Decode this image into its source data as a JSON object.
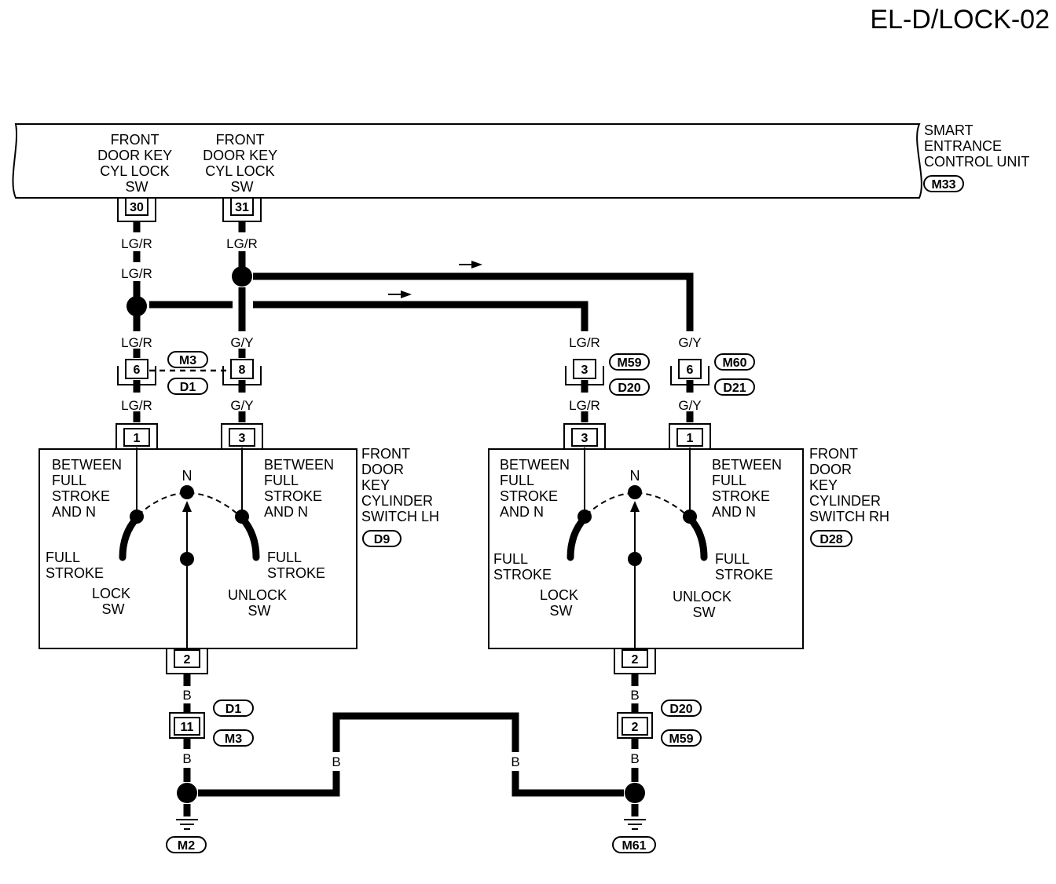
{
  "page_code": "EL-D/LOCK-02",
  "control_unit": {
    "name_lines": [
      "SMART",
      "ENTRANCE",
      "CONTROL UNIT"
    ],
    "connector": "M33",
    "term30_label_lines": [
      "FRONT",
      "DOOR KEY",
      "CYL LOCK",
      "SW"
    ],
    "term30": "30",
    "term31_label_lines": [
      "FRONT",
      "DOOR KEY",
      "CYL LOCK",
      "SW"
    ],
    "term31": "31"
  },
  "wires": {
    "lg_r": "LG/R",
    "g_y": "G/Y",
    "b": "B"
  },
  "connectors": {
    "lh_pin_lgr": "6",
    "lh_pin_gy": "8",
    "lh_conn_top": "M3",
    "lh_conn_bottom": "D1",
    "rh_lgr_pin": "3",
    "rh_lgr_conn_top": "M59",
    "rh_lgr_conn_bottom": "D20",
    "rh_gy_pin": "6",
    "rh_gy_conn_top": "M60",
    "rh_gy_conn_bottom": "D21",
    "lh_ground_pin": "11",
    "lh_ground_conn_top": "D1",
    "lh_ground_conn_bottom": "M3",
    "rh_ground_pin": "2",
    "rh_ground_conn_top": "D20",
    "rh_ground_conn_bottom": "M59"
  },
  "switch_lh": {
    "name_lines": [
      "FRONT",
      "DOOR",
      "KEY",
      "CYLINDER",
      "SWITCH LH"
    ],
    "connector": "D9",
    "pin_left": "1",
    "pin_right": "3",
    "pin_bottom": "2",
    "between_lines": [
      "BETWEEN",
      "FULL",
      "STROKE",
      "AND N"
    ],
    "full_stroke_lines": [
      "FULL",
      "STROKE"
    ],
    "neutral": "N",
    "lock_lines": [
      "LOCK",
      "SW"
    ],
    "unlock_lines": [
      "UNLOCK",
      "SW"
    ]
  },
  "switch_rh": {
    "name_lines": [
      "FRONT",
      "DOOR",
      "KEY",
      "CYLINDER",
      "SWITCH RH"
    ],
    "connector": "D28",
    "pin_left": "3",
    "pin_right": "1",
    "pin_bottom": "2",
    "between_lines": [
      "BETWEEN",
      "FULL",
      "STROKE",
      "AND N"
    ],
    "full_stroke_lines": [
      "FULL",
      "STROKE"
    ],
    "neutral": "N",
    "lock_lines": [
      "LOCK",
      "SW"
    ],
    "unlock_lines": [
      "UNLOCK",
      "SW"
    ]
  },
  "grounds": {
    "left": "M2",
    "right": "M61"
  }
}
